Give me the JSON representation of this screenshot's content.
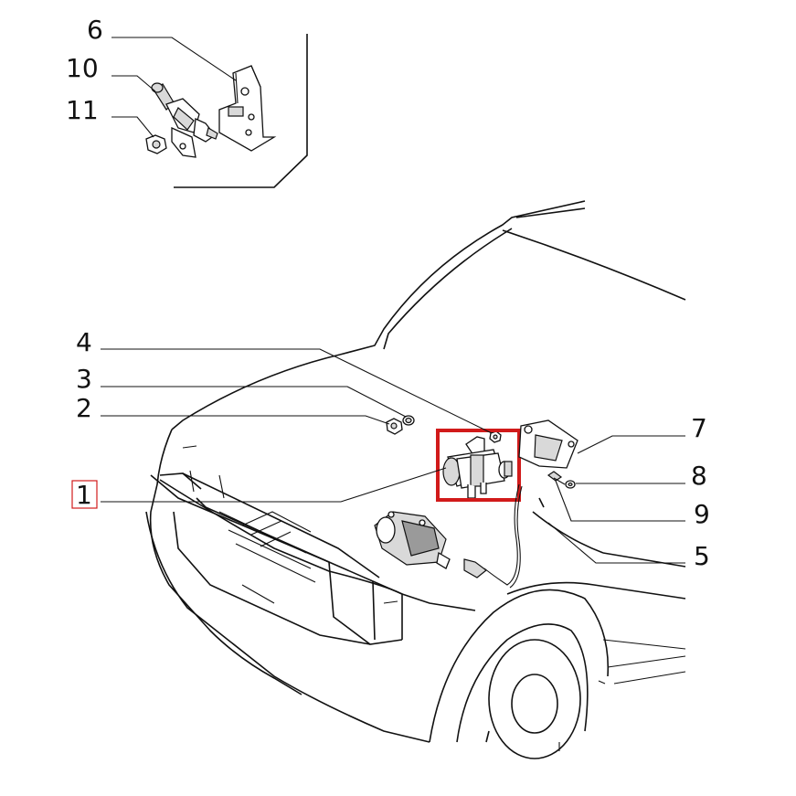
{
  "callouts": [
    {
      "id": "c6",
      "label": "6"
    },
    {
      "id": "c10",
      "label": "10"
    },
    {
      "id": "c11",
      "label": "11"
    },
    {
      "id": "c4",
      "label": "4"
    },
    {
      "id": "c3",
      "label": "3"
    },
    {
      "id": "c2",
      "label": "2"
    },
    {
      "id": "c1",
      "label": "1",
      "highlighted": true
    },
    {
      "id": "c7",
      "label": "7"
    },
    {
      "id": "c8",
      "label": "8"
    },
    {
      "id": "c9",
      "label": "9"
    },
    {
      "id": "c5",
      "label": "5"
    }
  ],
  "colors": {
    "highlight": "#d11a1a",
    "ink": "#111111"
  }
}
